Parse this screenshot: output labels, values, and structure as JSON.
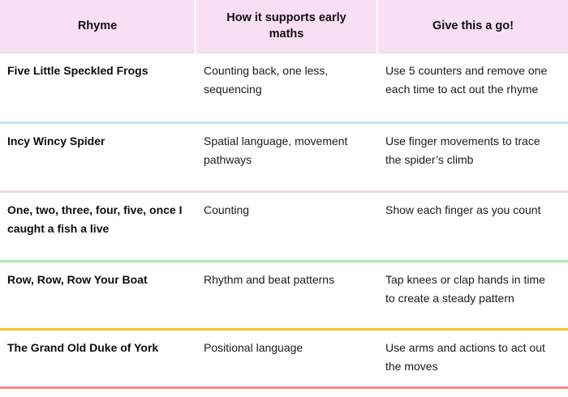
{
  "table": {
    "columns": [
      {
        "key": "rhyme",
        "label": "Rhyme"
      },
      {
        "key": "support",
        "label": "How it supports early maths"
      },
      {
        "key": "activity",
        "label": "Give this a go!"
      }
    ],
    "header_background": "#f7dff4",
    "rows": [
      {
        "rhyme": "Five Little Speckled Frogs",
        "support": "Counting back, one less, sequencing",
        "activity": "Use 5 counters and remove one each time to act out the rhyme",
        "separator_color": "#c5e4f7",
        "separator_name": "light-blue"
      },
      {
        "rhyme": "Incy Wincy Spider",
        "support": "Spatial language, movement pathways",
        "activity": "Use finger movements to trace the spider’s climb",
        "separator_color": "#f3d6ee",
        "separator_name": "light-pink"
      },
      {
        "rhyme": "One, two, three, four, five, once I caught a fish a live",
        "support": "Counting",
        "activity": "Show each finger as you count",
        "separator_color": "#a9edb9",
        "separator_name": "light-green"
      },
      {
        "rhyme": "Row, Row, Row Your Boat",
        "support": "Rhythm and beat patterns",
        "activity": "Tap knees or clap hands in time to create a steady pattern",
        "separator_color": "#f6c428",
        "separator_name": "gold"
      },
      {
        "rhyme": "The Grand Old Duke of York",
        "support": "Positional language",
        "activity": "Use arms and actions to act out the moves",
        "separator_color": "#fd8880",
        "separator_name": "salmon"
      }
    ]
  }
}
